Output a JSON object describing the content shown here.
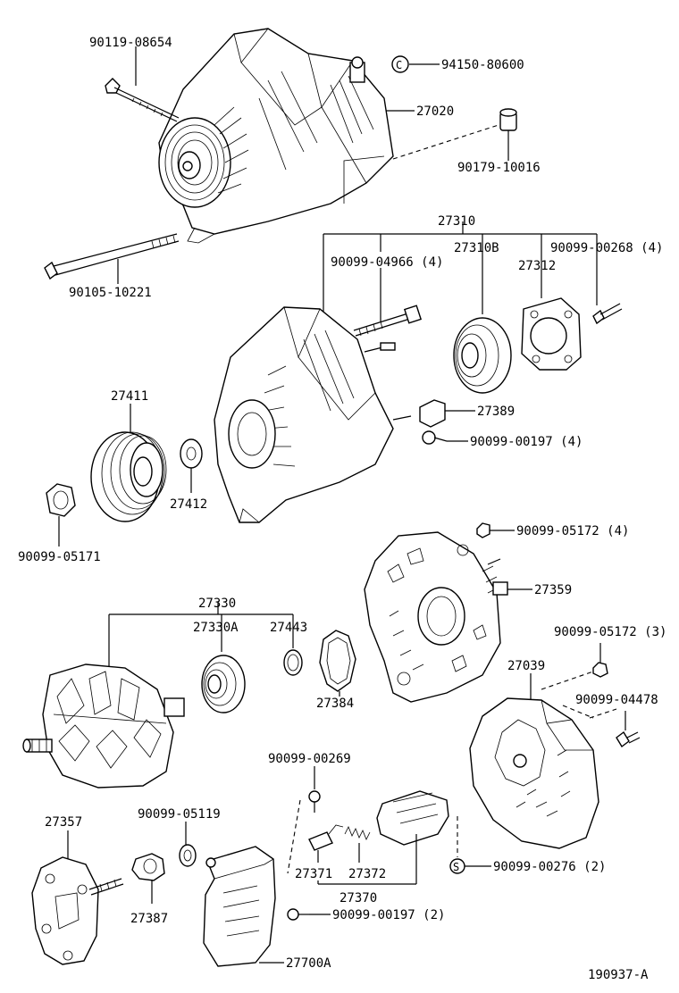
{
  "diagram": {
    "catalog_code": "190937-A",
    "labels": {
      "p90119_08654": "90119-08654",
      "p94150_80600": "94150-80600",
      "p27020": "27020",
      "p90179_10016": "90179-10016",
      "p90105_10221": "90105-10221",
      "p27310": "27310",
      "p90099_04966": "90099-04966 (4)",
      "p27310B": "27310B",
      "p27312": "27312",
      "p90099_00268": "90099-00268 (4)",
      "p27411": "27411",
      "p27389": "27389",
      "p90099_00197_a": "90099-00197 (4)",
      "p27412": "27412",
      "p90099_05171": "90099-05171",
      "p90099_05172_a": "90099-05172 (4)",
      "p27359": "27359",
      "p27330": "27330",
      "p27330A": "27330A",
      "p27443": "27443",
      "p90099_05172_b": "90099-05172 (3)",
      "p27039": "27039",
      "p27384": "27384",
      "p90099_04478": "90099-04478",
      "p90099_00269": "90099-00269",
      "p27357": "27357",
      "p90099_05119": "90099-05119",
      "p27371": "27371",
      "p27372": "27372",
      "p90099_00276": "90099-00276 (2)",
      "p27370": "27370",
      "p27387": "27387",
      "p90099_00197_b": "90099-00197 (2)",
      "p27700A": "27700A"
    },
    "symbols": {
      "c_mark": "C",
      "s_mark": "S"
    }
  }
}
